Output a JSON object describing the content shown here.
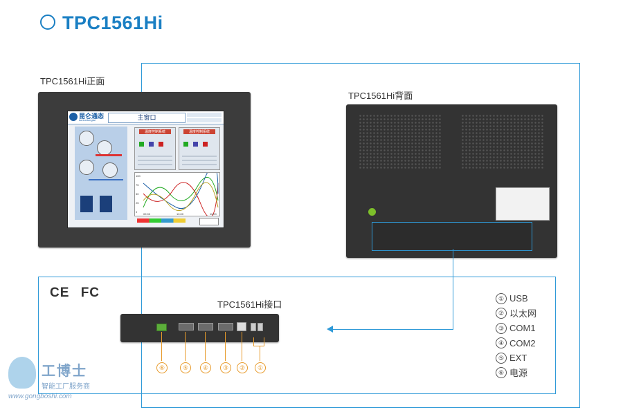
{
  "title": "TPC1561Hi",
  "front_label": "TPC1561Hi正面",
  "back_label": "TPC1561Hi背面",
  "interface_label": "TPC1561Hi接口",
  "certifications": [
    "CE",
    "FC"
  ],
  "screen": {
    "brand": "昆仑通态",
    "brand_en": "kunluntongtai",
    "window_title": "主窗口",
    "panel_left_title": "温度控制系统",
    "panel_right_title": "温度控制系统",
    "chart_y_ticks": [
      "100",
      "75",
      "50",
      "25",
      "0"
    ],
    "chart_x_ticks": [
      "09:00",
      "10:00",
      "11:00"
    ]
  },
  "legend": [
    {
      "num": "①",
      "text": "USB"
    },
    {
      "num": "②",
      "text": "以太网"
    },
    {
      "num": "③",
      "text": "COM1"
    },
    {
      "num": "④",
      "text": "COM2"
    },
    {
      "num": "⑤",
      "text": "EXT"
    },
    {
      "num": "⑥",
      "text": "电源"
    }
  ],
  "callouts": [
    "⑥",
    "⑤",
    "④",
    "③",
    "②",
    "①"
  ],
  "watermark": {
    "name": "工博士",
    "slogan": "智能工厂服务商",
    "url": "www.gongboshi.com"
  },
  "colors": {
    "accent": "#1a7fc3",
    "frame": "#2f9ad8",
    "callout": "#e79a2a"
  }
}
